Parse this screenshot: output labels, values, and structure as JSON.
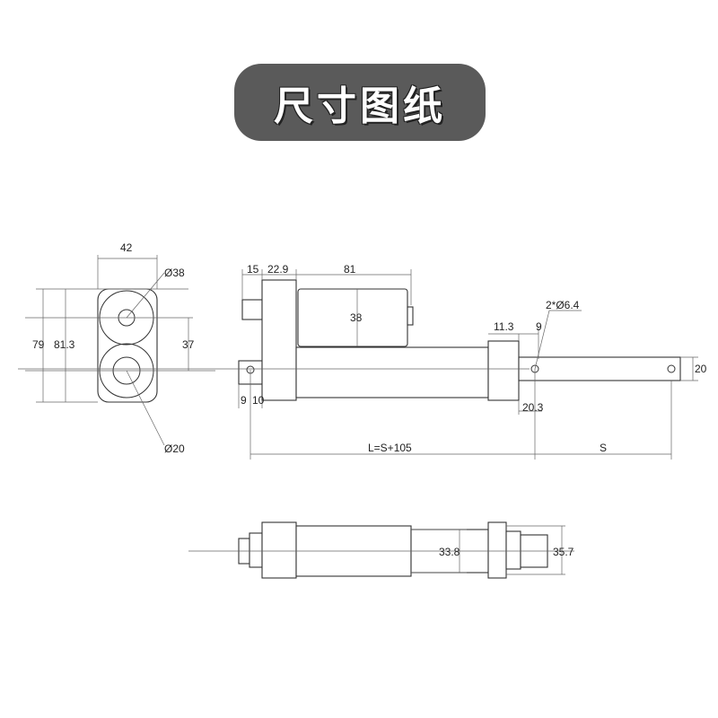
{
  "banner": {
    "title": "尺寸图纸"
  },
  "dims": {
    "end_width": "42",
    "big_dia": "Ø38",
    "h79": "79",
    "h813": "81.3",
    "h37": "37",
    "small_dia": "Ø20",
    "d15": "15",
    "d229": "22.9",
    "d81": "81",
    "d38": "38",
    "d113": "11.3",
    "d9a": "9",
    "holes": "2*Ø6.4",
    "d20r": "20",
    "d9b": "9",
    "d10": "10",
    "d203": "20.3",
    "length": "L=S+105",
    "stroke": "S",
    "d338": "33.8",
    "d357": "35.7"
  }
}
